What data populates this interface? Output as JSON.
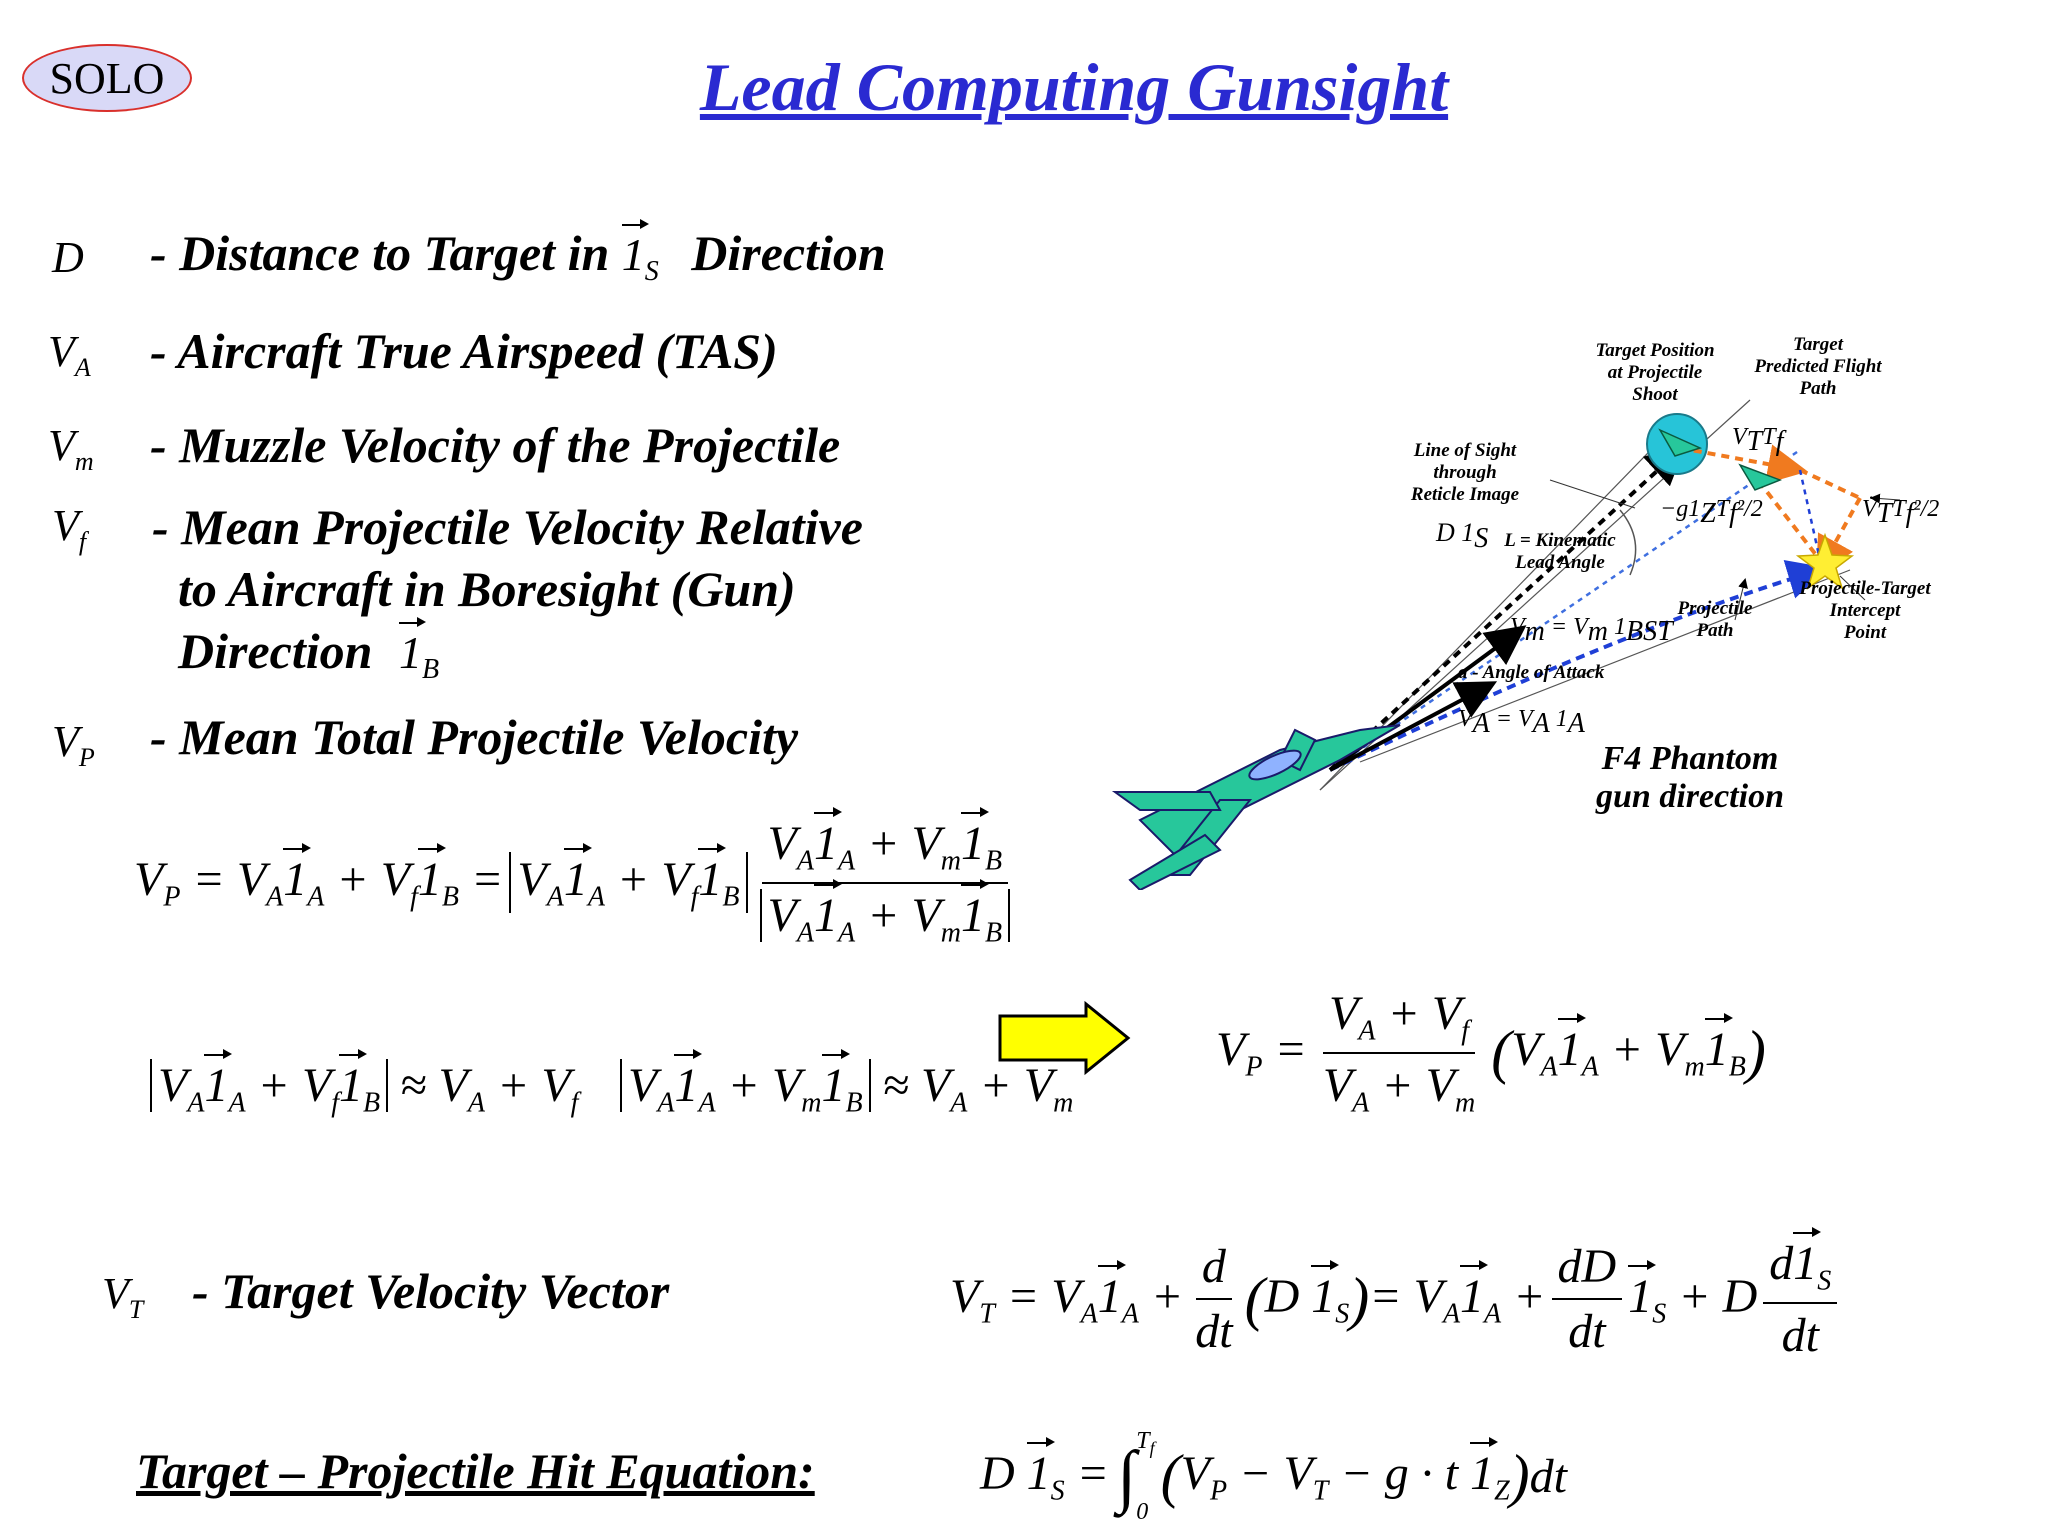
{
  "badge": "SOLO",
  "title": "Lead Computing Gunsight",
  "definitions": [
    {
      "symbol": "D",
      "text": "- Distance to Target in",
      "vec": "1",
      "vec_sub": "S",
      "tail": "Direction"
    },
    {
      "symbol": "V",
      "sub": "A",
      "text": "- Aircraft True Airspeed (TAS)"
    },
    {
      "symbol": "V",
      "sub": "m",
      "text": "- Muzzle Velocity of the Projectile"
    },
    {
      "symbol": "V",
      "sub": "f",
      "line1": "- Mean Projectile Velocity Relative",
      "line2": "to Aircraft in Boresight (Gun)",
      "line3": "Direction",
      "vec": "1",
      "vec_sub": "B"
    },
    {
      "symbol": "V",
      "sub": "P",
      "text": "- Mean Total Projectile Velocity"
    },
    {
      "symbol": "V",
      "sub": "T",
      "text": "- Target Velocity Vector"
    }
  ],
  "hit_equation_label": "Target – Projectile Hit Equation:",
  "diagram": {
    "target_position": [
      "Target Position",
      "at Projectile",
      "Shoot"
    ],
    "target_predicted": [
      "Target",
      "Predicted Flight",
      "Path"
    ],
    "line_of_sight": [
      "Line of Sight",
      "through",
      "Reticle Image"
    ],
    "kinematic": [
      "L = Kinematic",
      "Lead Angle"
    ],
    "projectile_path": [
      "Projectile",
      "Path"
    ],
    "intercept": [
      "Projectile-Target",
      "Intercept",
      "Point"
    ],
    "angle_of_attack": "a - Angle of Attack",
    "caption": [
      "F4 Phantom",
      "gun direction"
    ],
    "colors": {
      "plane": "#27c79b",
      "target": "#27c4d8",
      "star": "#ffee33",
      "orange": "#f07a1f",
      "blue": "#1f3fd6"
    }
  },
  "arrow_color": "#ffff00"
}
